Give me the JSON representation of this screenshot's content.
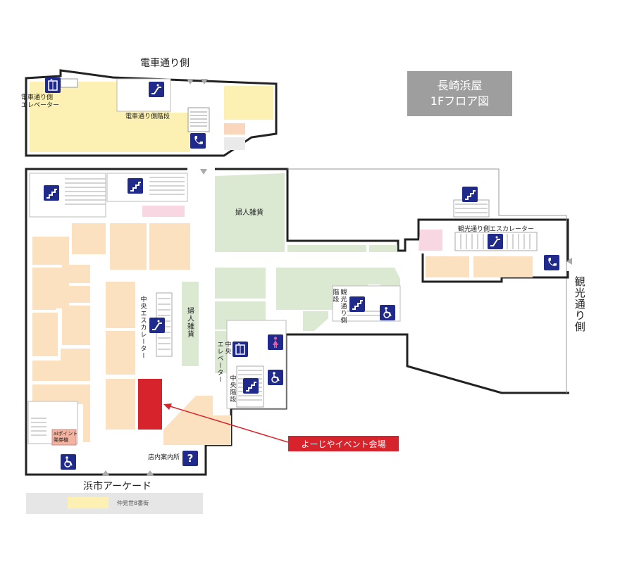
{
  "title": {
    "line1": "長崎浜屋",
    "line2": "1Fフロア図"
  },
  "directions": {
    "north": "電車通り側",
    "east": "観光通り側",
    "south": "浜市アーケード"
  },
  "labels": {
    "tram_elevator": "電車通り側\nエレベーター",
    "tram_stairs": "電車通り側階段",
    "womens_goods_1": "婦人雑貨",
    "womens_goods_2": "婦人雑貨",
    "central_escalator": "中央エスカレーター",
    "central_elevator_1": "中央",
    "central_elevator_2": "エレベーター",
    "central_stairs": "中央階段",
    "kanko_escalator": "観光通り側エスカレーター",
    "kanko_stairs_1": "観光",
    "kanko_stairs_2": "通り側",
    "kanko_stairs_3": "階段",
    "info_desk": "店内案内所",
    "point_machine_1": "aiポイント",
    "point_machine_2": "発券機",
    "nakamise": "仲見世8番街"
  },
  "event_label": "よーじやイベント会場",
  "colors": {
    "shop_beige": "#fbe1c0",
    "shop_green": "#dbe9d3",
    "tram_yellow": "#fcf1b3",
    "event_red": "#d7232b",
    "icon_navy": "#1f2a8a",
    "title_gray": "#9e9e9e",
    "arcade_gray": "#e6e6e6",
    "pink": "#f8d7e3"
  },
  "icons": [
    "escalator-icon",
    "elevator-icon",
    "stairs-icon",
    "phone-icon",
    "restroom-women-icon",
    "wheelchair-restroom-icon",
    "information-icon"
  ]
}
